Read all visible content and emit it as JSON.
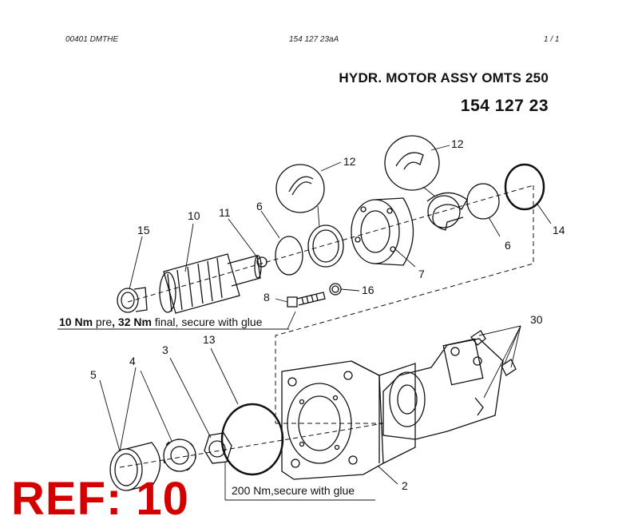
{
  "header": {
    "left": "00401 DMTHE",
    "center": "154 127 23aA",
    "right": "1 / 1"
  },
  "title": "HYDR. MOTOR ASSY OMTS 250",
  "part_number": "154 127 23",
  "notes": {
    "torque_bolt_part1": "10 Nm",
    "torque_bolt_part2": " pre",
    "torque_bolt_part3": ", 32 Nm",
    "torque_bolt_part4": " final, secure with glue",
    "nut_note": "200 Nm,secure with glue"
  },
  "callouts": {
    "c2": "2",
    "c3": "3",
    "c4": "4",
    "c5": "5",
    "c6a": "6",
    "c6b": "6",
    "c7": "7",
    "c8": "8",
    "c10": "10",
    "c11": "11",
    "c12a": "12",
    "c12b": "12",
    "c13": "13",
    "c14": "14",
    "c15": "15",
    "c16": "16",
    "c30": "30"
  },
  "ref_label": "REF: 10"
}
